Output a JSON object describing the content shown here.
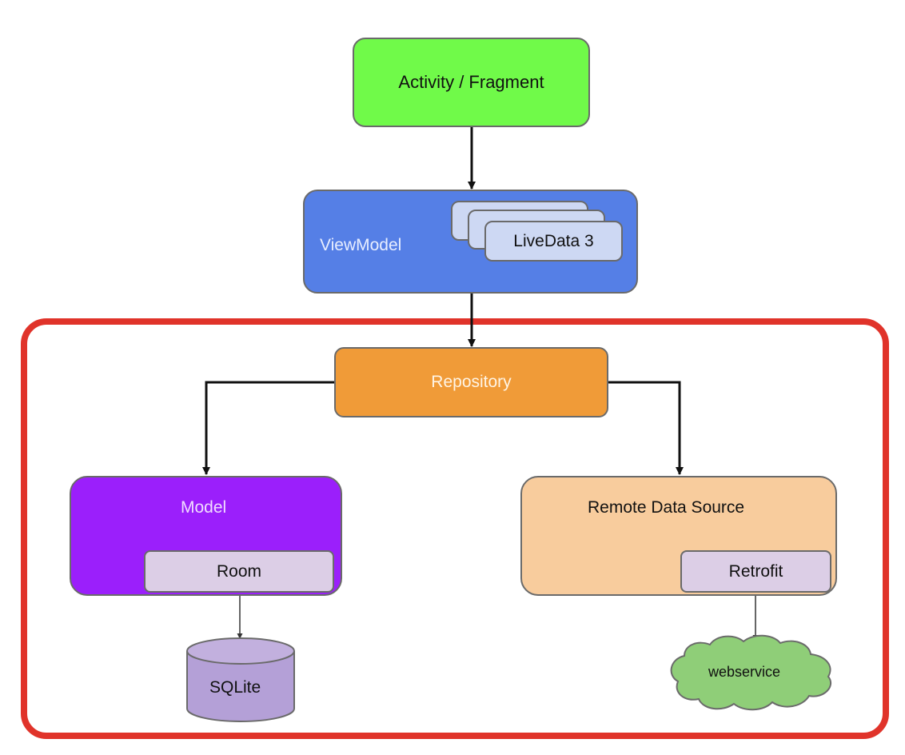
{
  "diagram": {
    "nodes": {
      "activity": {
        "label": "Activity / Fragment",
        "fill": "#70fa49"
      },
      "viewmodel": {
        "label": "ViewModel",
        "fill": "#557fe6"
      },
      "livedata": {
        "label": "LiveData 3",
        "fill": "#cdd8f3"
      },
      "repository": {
        "label": "Repository",
        "fill": "#f09b38"
      },
      "model": {
        "label": "Model",
        "fill": "#9b1ffb"
      },
      "room": {
        "label": "Room",
        "fill": "#dccee6"
      },
      "sqlite": {
        "label": "SQLite",
        "fill": "#b4a0d7"
      },
      "remote": {
        "label": "Remote Data Source",
        "fill": "#f8cc9d"
      },
      "retrofit": {
        "label": "Retrofit",
        "fill": "#dccee6"
      },
      "webservice": {
        "label": "webservice",
        "fill": "#8fce78"
      }
    },
    "highlight_color": "#e0332a",
    "edges": [
      {
        "from": "activity",
        "to": "viewmodel"
      },
      {
        "from": "viewmodel",
        "to": "repository"
      },
      {
        "from": "repository",
        "to": "model"
      },
      {
        "from": "repository",
        "to": "remote"
      },
      {
        "from": "room",
        "to": "sqlite"
      },
      {
        "from": "retrofit",
        "to": "webservice"
      }
    ]
  }
}
